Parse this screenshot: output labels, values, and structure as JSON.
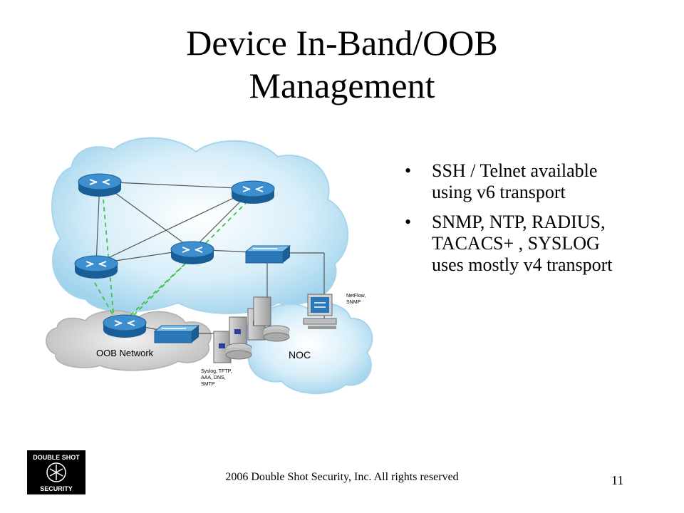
{
  "title": [
    "Device In-Band/OOB",
    "Management"
  ],
  "bullets": [
    {
      "lines": [
        "SSH / Telnet available",
        "using v6 transport"
      ]
    },
    {
      "lines": [
        "SNMP, NTP, RADIUS,",
        "TACACS+ , SYSLOG",
        "uses mostly v4 transport"
      ]
    }
  ],
  "diagram": {
    "oob_label": "OOB Network",
    "noc_label": "NOC",
    "netflow_label": [
      "NetFlow,",
      "SNMP"
    ],
    "services_label": [
      "Syslog, TFTP,",
      "AAA, DNS,",
      "SMTP"
    ]
  },
  "footer": "2006 Double Shot Security, Inc. All rights reserved",
  "page_number": "11",
  "logo": {
    "text_top": "DOUBLE SHOT",
    "text_bottom": "SECURITY"
  },
  "colors": {
    "cloud": "#bfe2f3",
    "router": "#2a78b8",
    "switch": "#3b92cf",
    "oob_cloud": "#d4d4d4",
    "dashed": "#44c04a"
  }
}
